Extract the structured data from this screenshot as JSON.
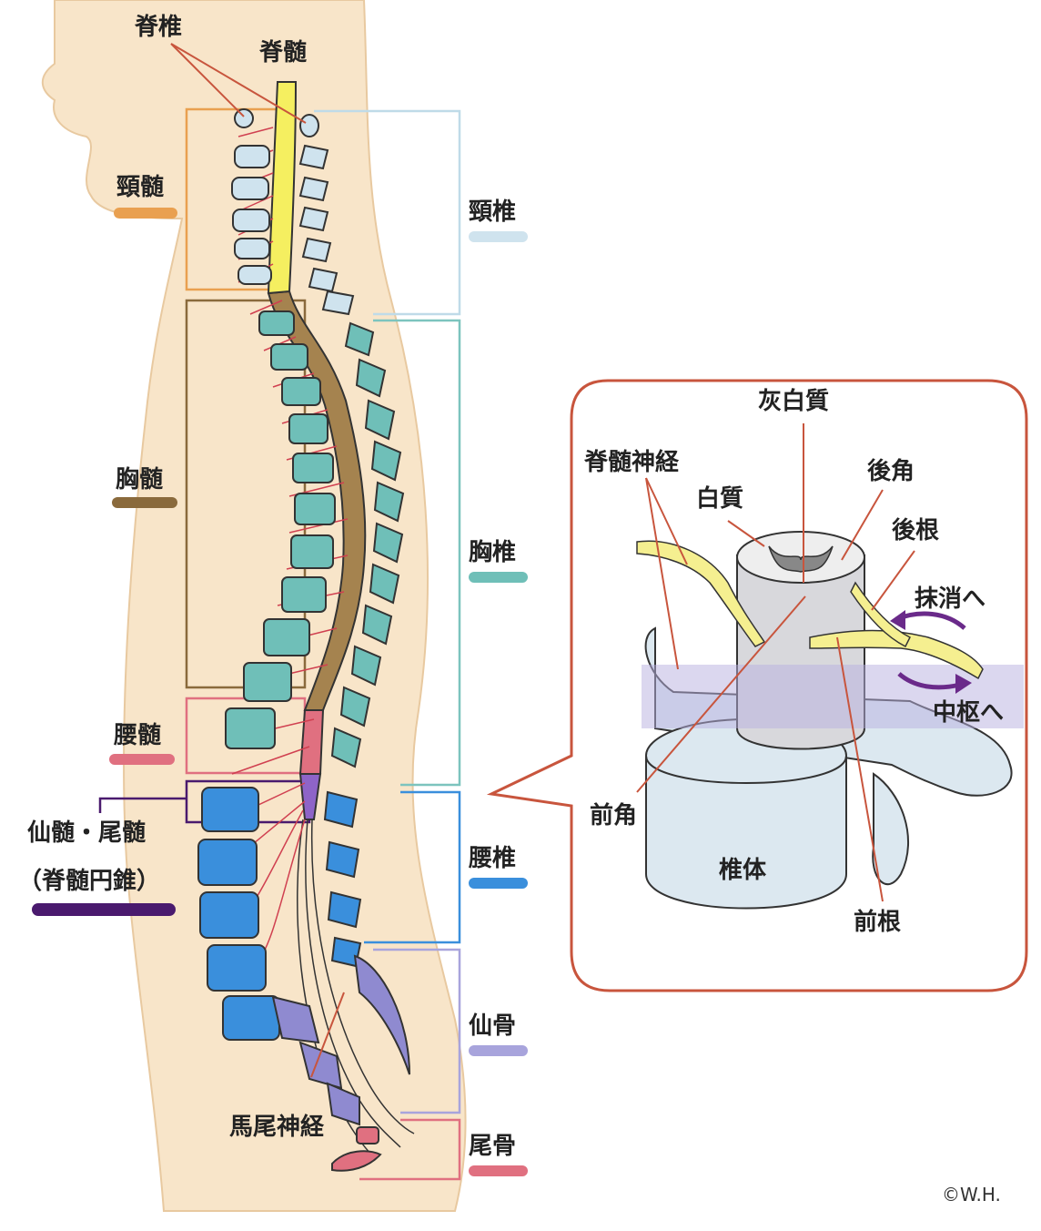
{
  "labels": {
    "sekitsui": "脊椎",
    "sekizui": "脊髄",
    "keizui": "頸髄",
    "kyozui": "胸髄",
    "yozui": "腰髄",
    "senzui_bizui": "仙髄・尾髄",
    "sekizui_ensui": "（脊髄円錐）",
    "keitsui": "頸椎",
    "kyotsui": "胸椎",
    "yotsui": "腰椎",
    "senkotsu": "仙骨",
    "bikotsu": "尾骨",
    "bibi_shinkei": "馬尾神経",
    "kaihakushitsu": "灰白質",
    "sekizui_shinkei": "脊髄神経",
    "hakushitsu": "白質",
    "kokaku": "後角",
    "kokon": "後根",
    "masshohe": "抹消へ",
    "chusuhe": "中枢へ",
    "zenkaku": "前角",
    "tsuitai": "椎体",
    "zenkon": "前根"
  },
  "copyright": "©W.H.",
  "colors": {
    "cervical_cord": "#e9a050",
    "thoracic_cord": "#8a6a3c",
    "lumbar_cord": "#e07080",
    "sacral_cord": "#4a1a6e",
    "cervical_vert": "#cfe3ee",
    "thoracic_vert": "#6fbfb8",
    "lumbar_vert": "#3a8fdc",
    "sacrum": "#8f8ad0",
    "coccyx": "#e07080",
    "cord_yellow": "#f5ef60",
    "callout": "#c8553d"
  }
}
